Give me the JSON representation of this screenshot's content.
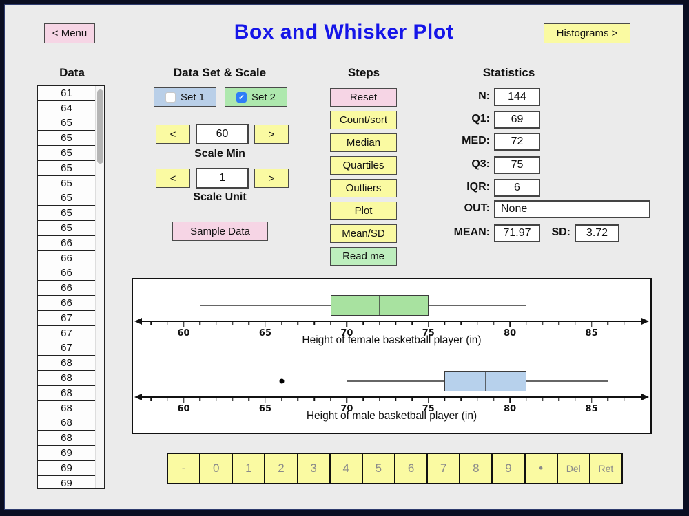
{
  "header": {
    "menu_label": "< Menu",
    "title": "Box and Whisker Plot",
    "histograms_label": "Histograms >"
  },
  "section_headers": {
    "data": "Data",
    "dataset_scale": "Data Set & Scale",
    "steps": "Steps",
    "statistics": "Statistics"
  },
  "data_list": {
    "values": [
      "61",
      "64",
      "65",
      "65",
      "65",
      "65",
      "65",
      "65",
      "65",
      "65",
      "66",
      "66",
      "66",
      "66",
      "66",
      "67",
      "67",
      "67",
      "68",
      "68",
      "68",
      "68",
      "68",
      "68",
      "69",
      "69",
      "69"
    ]
  },
  "dataset": {
    "set1": {
      "label": "Set 1",
      "checked": false
    },
    "set2": {
      "label": "Set 2",
      "checked": true
    }
  },
  "scale_min": {
    "dec": "<",
    "value": "60",
    "inc": ">",
    "label": "Scale Min"
  },
  "scale_unit": {
    "dec": "<",
    "value": "1",
    "inc": ">",
    "label": "Scale Unit"
  },
  "sample_data_label": "Sample Data",
  "steps": {
    "buttons": [
      {
        "label": "Reset",
        "variant": "pink"
      },
      {
        "label": "Count/sort",
        "variant": "yellow"
      },
      {
        "label": "Median",
        "variant": "yellow"
      },
      {
        "label": "Quartiles",
        "variant": "yellow"
      },
      {
        "label": "Outliers",
        "variant": "yellow"
      },
      {
        "label": "Plot",
        "variant": "yellow"
      },
      {
        "label": "Mean/SD",
        "variant": "yellow"
      },
      {
        "label": "Read me",
        "variant": "green"
      }
    ]
  },
  "statistics": {
    "rows": [
      {
        "key": "n",
        "label": "N:",
        "value": "144"
      },
      {
        "key": "q1",
        "label": "Q1:",
        "value": "69"
      },
      {
        "key": "med",
        "label": "MED:",
        "value": "72"
      },
      {
        "key": "q3",
        "label": "Q3:",
        "value": "75"
      },
      {
        "key": "iqr",
        "label": "IQR:",
        "value": "6"
      },
      {
        "key": "out",
        "label": "OUT:",
        "value": "None"
      },
      {
        "key": "mean",
        "label": "MEAN:",
        "value": "71.97"
      },
      {
        "key": "sd",
        "label": "SD:",
        "value": "3.72"
      }
    ]
  },
  "chart_data": {
    "type": "boxplot",
    "axis": {
      "min": 57.4,
      "max": 88.1,
      "label_ticks": [
        60,
        65,
        70,
        75,
        80,
        85
      ],
      "minor_from": 58,
      "minor_to": 87,
      "minor_step": 1
    },
    "plots": [
      {
        "name": "female",
        "label": "Height of female basketball player (in)",
        "fill": "#a8e2a0",
        "whisker_min": 61,
        "q1": 69,
        "median": 72,
        "q3": 75,
        "whisker_max": 81,
        "outliers": []
      },
      {
        "name": "male",
        "label": "Height of male basketball player (in)",
        "fill": "#b7d1ec",
        "whisker_min": 70,
        "q1": 76,
        "median": 78.5,
        "q3": 81,
        "whisker_max": 86,
        "outliers": [
          66
        ]
      }
    ]
  },
  "keypad": {
    "keys": [
      "-",
      "0",
      "1",
      "2",
      "3",
      "4",
      "5",
      "6",
      "7",
      "8",
      "9",
      "•",
      "Del",
      "Ret"
    ]
  },
  "colors": {
    "title_blue": "#1515e8",
    "pink": "#f6d5e5",
    "yellow": "#fafaa2",
    "green": "#bdeebd",
    "set1_blue": "#b9cfe8",
    "set2_green": "#aee8ae",
    "female_box_fill": "#a8e2a0",
    "male_box_fill": "#b7d1ec"
  }
}
